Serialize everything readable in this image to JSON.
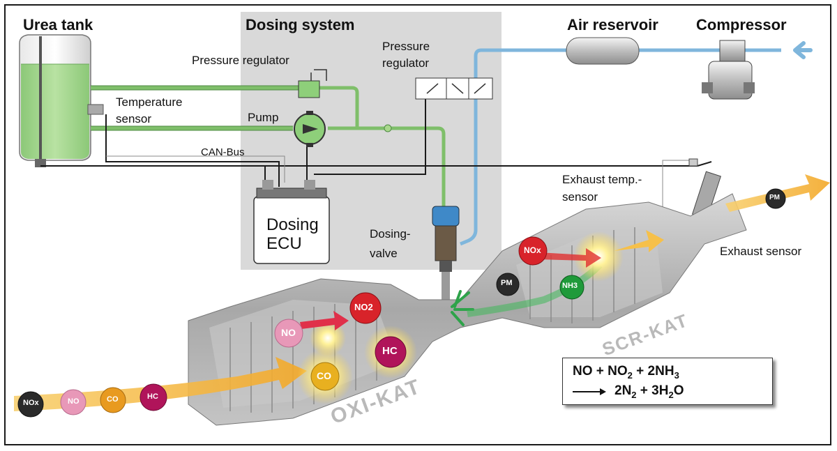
{
  "labels": {
    "urea_tank": "Urea tank",
    "dosing_system": "Dosing system",
    "air_reservoir": "Air reservoir",
    "compressor": "Compressor",
    "pressure_regulator_1": "Pressure regulator",
    "pressure_regulator_2_l1": "Pressure",
    "pressure_regulator_2_l2": "regulator",
    "temperature_sensor_l1": "Temperature",
    "temperature_sensor_l2": "sensor",
    "pump": "Pump",
    "can_bus": "CAN-Bus",
    "dosing_ecu_l1": "Dosing",
    "dosing_ecu_l2": "ECU",
    "dosing_valve_l1": "Dosing-",
    "dosing_valve_l2": "valve",
    "exhaust_temp_l1": "Exhaust temp.-",
    "exhaust_temp_l2": "sensor",
    "exhaust_sensor": "Exhaust sensor",
    "oxi_kat": "OXI-KAT",
    "scr_kat": "SCR-KAT"
  },
  "equation": {
    "line1_pre": "NO + NO",
    "line1_sub1": "2",
    "line1_mid": " + 2NH",
    "line1_sub2": "3",
    "line2_pre": "2N",
    "line2_sub1": "2",
    "line2_mid": " + 3H",
    "line2_sub2": "2",
    "line2_post": "O"
  },
  "molecules": {
    "nox": "NOx",
    "no": "NO",
    "no2": "NO2",
    "hc": "HC",
    "co": "CO",
    "nh3": "NH3",
    "pm": "PM"
  },
  "colors": {
    "urea_fluid": "#a8d88c",
    "urea_line": "#7fbf6a",
    "air_line": "#7fb6dc",
    "exhaust_arrow": "#f5b840",
    "dosing_panel": "#d9d9d9",
    "kat_body": "#b8b8b8",
    "nox_red": "#d8232a",
    "no_pink": "#e898b8",
    "hc_magenta": "#b0145a",
    "co_orange": "#e89a20",
    "nh3_green": "#1f9a3a",
    "pm_black": "#2a2a2a"
  }
}
